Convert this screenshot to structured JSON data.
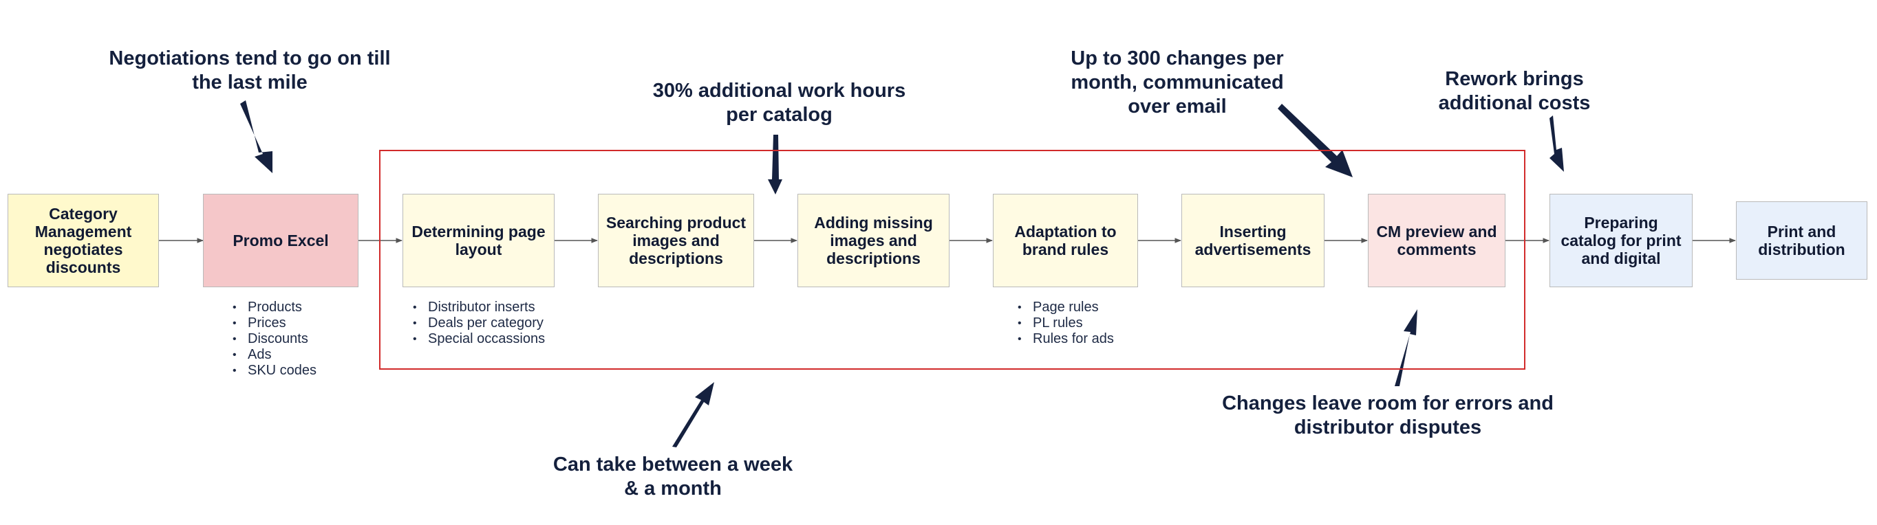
{
  "steps": [
    {
      "label": "Category Management negotiates discounts"
    },
    {
      "label": "Promo Excel"
    },
    {
      "label": "Determining page layout"
    },
    {
      "label": "Searching product images and descriptions"
    },
    {
      "label": "Adding missing images and descriptions"
    },
    {
      "label": "Adaptation to brand rules"
    },
    {
      "label": "Inserting advertisements"
    },
    {
      "label": "CM preview and comments"
    },
    {
      "label": "Preparing catalog for print and digital"
    },
    {
      "label": "Print and distribution"
    }
  ],
  "bullets": {
    "promo_excel": [
      "Products",
      "Prices",
      "Discounts",
      "Ads",
      "SKU codes"
    ],
    "page_layout": [
      "Distributor inserts",
      "Deals per category",
      "Special occassions"
    ],
    "brand_rules": [
      "Page rules",
      "PL rules",
      "Rules for ads"
    ]
  },
  "annotations": {
    "negotiations": "Negotiations tend to go on till the last mile",
    "work_hours": "30% additional work hours per catalog",
    "changes_email": "Up to 300 changes per month, communicated over email",
    "rework": "Rework brings additional costs",
    "errors": "Changes leave room for errors and distributor disputes",
    "duration": "Can take between a week & a month"
  },
  "colors": {
    "frame": "#d12a2a",
    "callout_arrow": "#15213f",
    "connector": "#555555"
  }
}
